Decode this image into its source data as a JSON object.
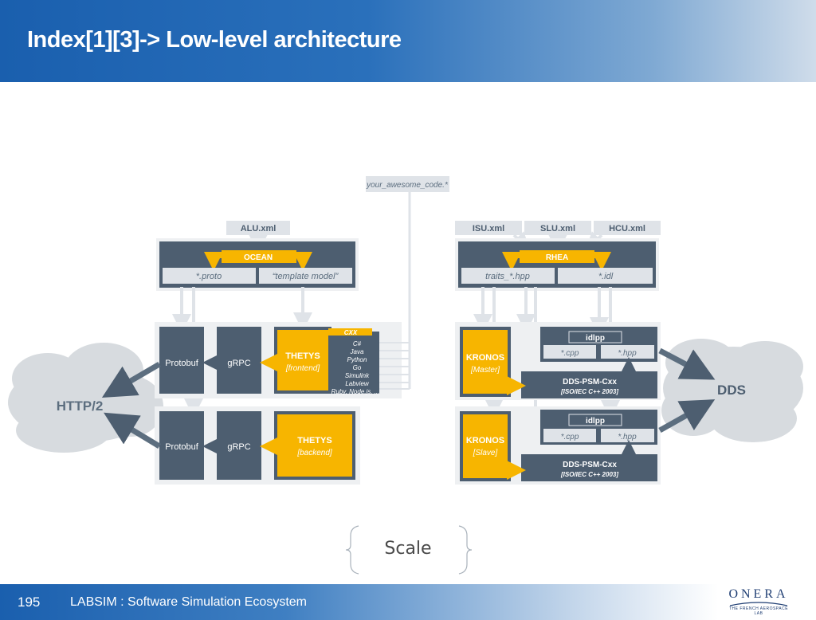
{
  "slide": {
    "title": "Index[1][3]-> Low-level architecture",
    "page_number": "195",
    "footer": "LABSIM : Software Simulation Ecosystem",
    "logo": {
      "word": "ONERA",
      "tagline": "THE FRENCH AEROSPACE LAB"
    }
  },
  "diagram": {
    "your_code": "your_awesome_code.*",
    "left": {
      "input": "ALU.xml",
      "generator": "OCEAN",
      "outputs": [
        "*.proto",
        "“template model”"
      ],
      "front": {
        "protobuf": "Protobuf",
        "grpc": "gRPC",
        "thetys": "THETYS",
        "thetys_role": "[frontend]"
      },
      "languages": [
        "CXX",
        "C#",
        "Java",
        "Python",
        "Go",
        "Simulink",
        "Labview",
        "Ruby, Node.js, ..."
      ],
      "back": {
        "protobuf": "Protobuf",
        "grpc": "gRPC",
        "thetys": "THETYS",
        "thetys_role": "[backend]"
      }
    },
    "right": {
      "inputs": [
        "ISU.xml",
        "SLU.xml",
        "HCU.xml"
      ],
      "generator": "RHEA",
      "outputs": [
        "traits_*.hpp",
        "*.idl"
      ],
      "master": {
        "kronos": "KRONOS",
        "role": "[Master]",
        "idlpp": "idlpp",
        "cpp": "*.cpp",
        "hpp": "*.hpp",
        "dds": "DDS-PSM-Cxx",
        "dds_std": "[ISO/IEC C++ 2003]"
      },
      "slave": {
        "kronos": "KRONOS",
        "role": "[Slave]",
        "idlpp": "idlpp",
        "cpp": "*.cpp",
        "hpp": "*.hpp",
        "dds": "DDS-PSM-Cxx",
        "dds_std": "[ISO/IEC C++ 2003]"
      }
    },
    "clouds": {
      "left": "HTTP/2",
      "right": "DDS"
    },
    "scale": "Scale"
  },
  "colors": {
    "header_blue": "#1a5fae",
    "panel_dark": "#4d5e70",
    "box_fill": "#dfe3e8",
    "accent_yellow": "#f7b500",
    "cloud": "#d7dbdf",
    "arrow": "#5c6e7f"
  }
}
